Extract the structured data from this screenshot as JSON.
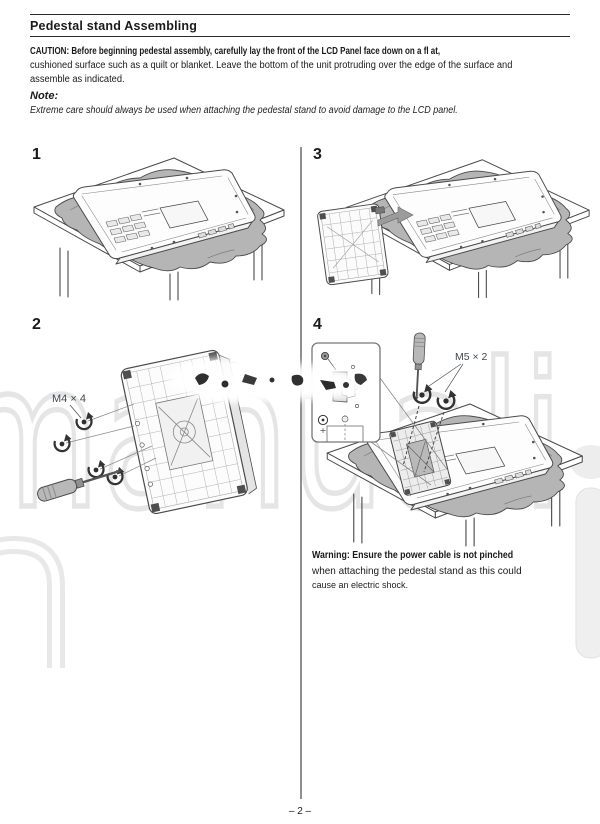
{
  "header": {
    "title": "Pedestal stand Assembling"
  },
  "caution": {
    "bold": "CAUTION: Before beginning pedestal assembly, carefully lay the front of the LCD Panel face down on a fl at,",
    "rest": "cushioned surface such as a quilt or blanket. Leave the bottom of the unit protruding over the edge of the surface and assemble as indicated."
  },
  "note": {
    "label": "Note:",
    "text": "Extreme care should always be used when attaching the pedestal stand to avoid damage to the LCD panel."
  },
  "steps": [
    {
      "number": "1"
    },
    {
      "number": "2",
      "screw_label": "M4 × 4"
    },
    {
      "number": "3"
    },
    {
      "number": "4",
      "screw_label": "M5 × 2"
    }
  ],
  "warning": {
    "bold": "Warning: Ensure the power cable is not pinched",
    "line2": "when attaching the pedestal stand as this could",
    "line3": "cause an electric shock."
  },
  "footer": {
    "page_number": "– 2 –"
  },
  "watermark": {
    "text": "manuali"
  },
  "colors": {
    "line_art": "#4a4a4a",
    "blanket": "#b5b5b5",
    "watermark_outline": "#e5e5e5",
    "divider": "#8f8f8f",
    "screw_label": "#3f4a50"
  }
}
